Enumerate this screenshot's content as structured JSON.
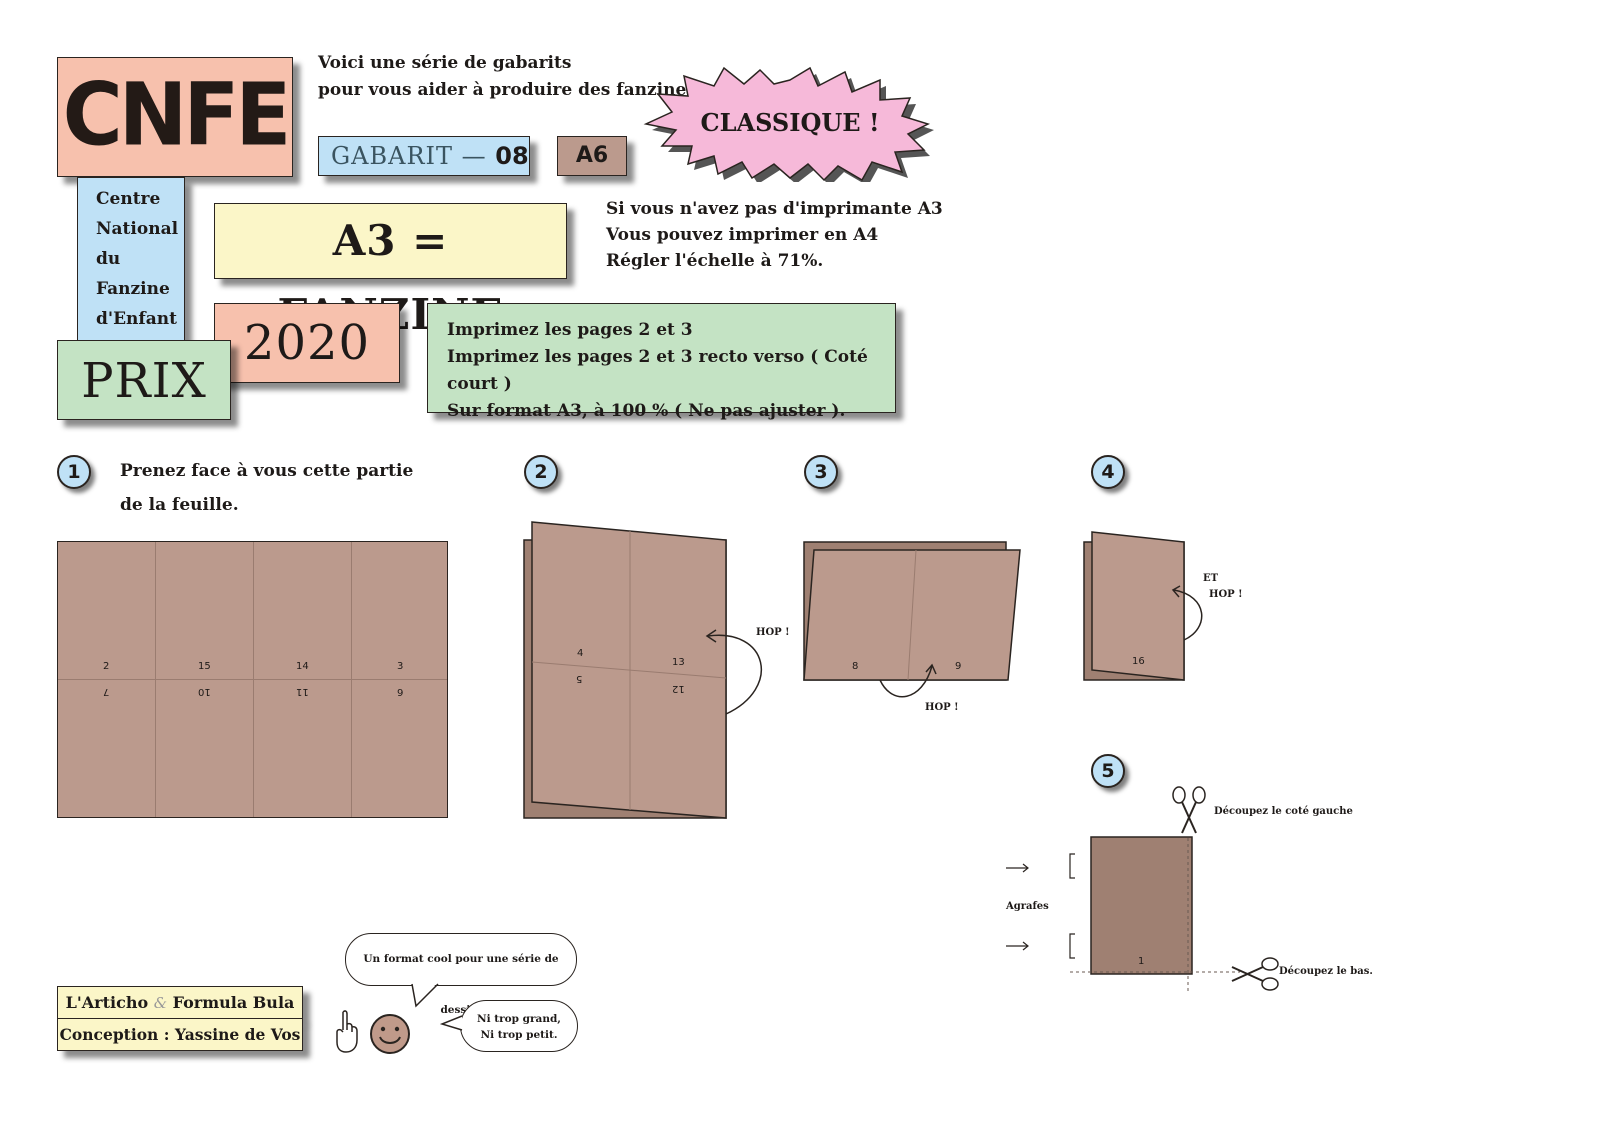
{
  "logo": {
    "text": "CNFE"
  },
  "intro": {
    "line1": "Voici une série de gabarits",
    "line2": "pour vous aider à produire des fanzines."
  },
  "gabarit": {
    "prefix": "GABARIT — ",
    "number": "08"
  },
  "format_badge": "A6",
  "burst": "CLASSIQUE !",
  "org_name": [
    "Centre",
    "National",
    "du",
    "Fanzine",
    "d'Enfant"
  ],
  "headline": "A3 = FANZINE",
  "printer_note": [
    "Si vous n'avez pas d'imprimante A3",
    "Vous pouvez imprimer en A4",
    "Régler l'échelle à 71%."
  ],
  "year": "2020",
  "prix": "PRIX",
  "instructions": [
    "Imprimez les pages 2 et 3",
    "Imprimez les pages 2 et 3 recto verso ( Coté court )",
    "Sur format A3, à 100 % ( Ne pas ajuster )."
  ],
  "steps": {
    "s1": {
      "number": "1",
      "text1": "Prenez face à vous cette partie",
      "text2": "de la feuille.",
      "pages_top": [
        "2",
        "15",
        "14",
        "3"
      ],
      "pages_bottom": [
        "7",
        "10",
        "11",
        "6"
      ]
    },
    "s2": {
      "number": "2",
      "pages": [
        "4",
        "13",
        "5",
        "12"
      ],
      "hop": "HOP !"
    },
    "s3": {
      "number": "3",
      "pages": [
        "8",
        "9"
      ],
      "hop": "HOP !"
    },
    "s4": {
      "number": "4",
      "page": "16",
      "et": "ET",
      "hop": "HOP !"
    },
    "s5": {
      "number": "5",
      "page": "1",
      "cut_left": "Découpez le coté gauche",
      "cut_bottom": "Découpez le bas.",
      "staples": "Agrafes"
    }
  },
  "speech": {
    "bubble1": "Un format cool pour une série de dessin.",
    "bubble2a": "Ni trop grand,",
    "bubble2b": "Ni trop petit."
  },
  "credits": {
    "line1a": "L'Articho ",
    "amp": "&",
    "line1b": " Formula Bula",
    "line2": "Conception : Yassine de Vos"
  },
  "colors": {
    "pink": "#f7c1ad",
    "blue": "#bfe1f6",
    "yellow": "#fbf6c8",
    "green": "#c4e3c4",
    "paper": "#bb9a8d"
  }
}
